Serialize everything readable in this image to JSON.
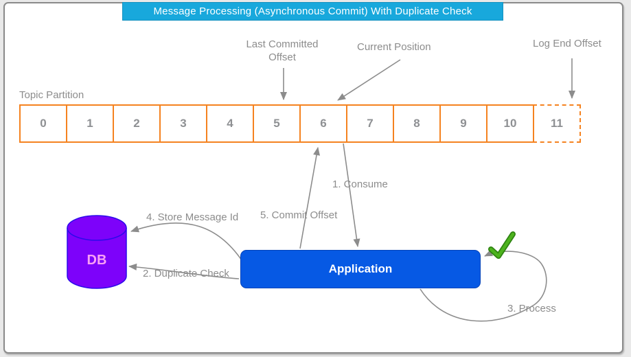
{
  "title": {
    "text": "Message Processing (Asynchronous Commit) With Duplicate Check",
    "bg_color": "#18a8dc",
    "text_color": "#ffffff"
  },
  "partition": {
    "label": "Topic Partition",
    "cells": [
      "0",
      "1",
      "2",
      "3",
      "4",
      "5",
      "6",
      "7",
      "8",
      "9",
      "10",
      "11"
    ],
    "dashed_cell": "11",
    "border_color": "#f5821f",
    "number_color": "#8e9093"
  },
  "annotations": {
    "last_committed_offset": "Last Committed Offset",
    "current_position": "Current Position",
    "log_end_offset": "Log End Offset"
  },
  "flow_labels": {
    "consume": "1. Consume",
    "duplicate_check": "2. Duplicate Check",
    "process": "3. Process",
    "store_message_id": "4. Store Message Id",
    "commit_offset": "5. Commit Offset"
  },
  "nodes": {
    "db": {
      "label": "DB",
      "fill": "#7d02fa",
      "stroke": "#2b0aeb",
      "text_color": "#f9a0f5"
    },
    "application": {
      "label": "Application",
      "fill": "#0659e4",
      "text_color": "#ffffff"
    }
  },
  "icons": {
    "checkmark_color": "#4db31e",
    "arrow_color": "#8c8c8c"
  }
}
